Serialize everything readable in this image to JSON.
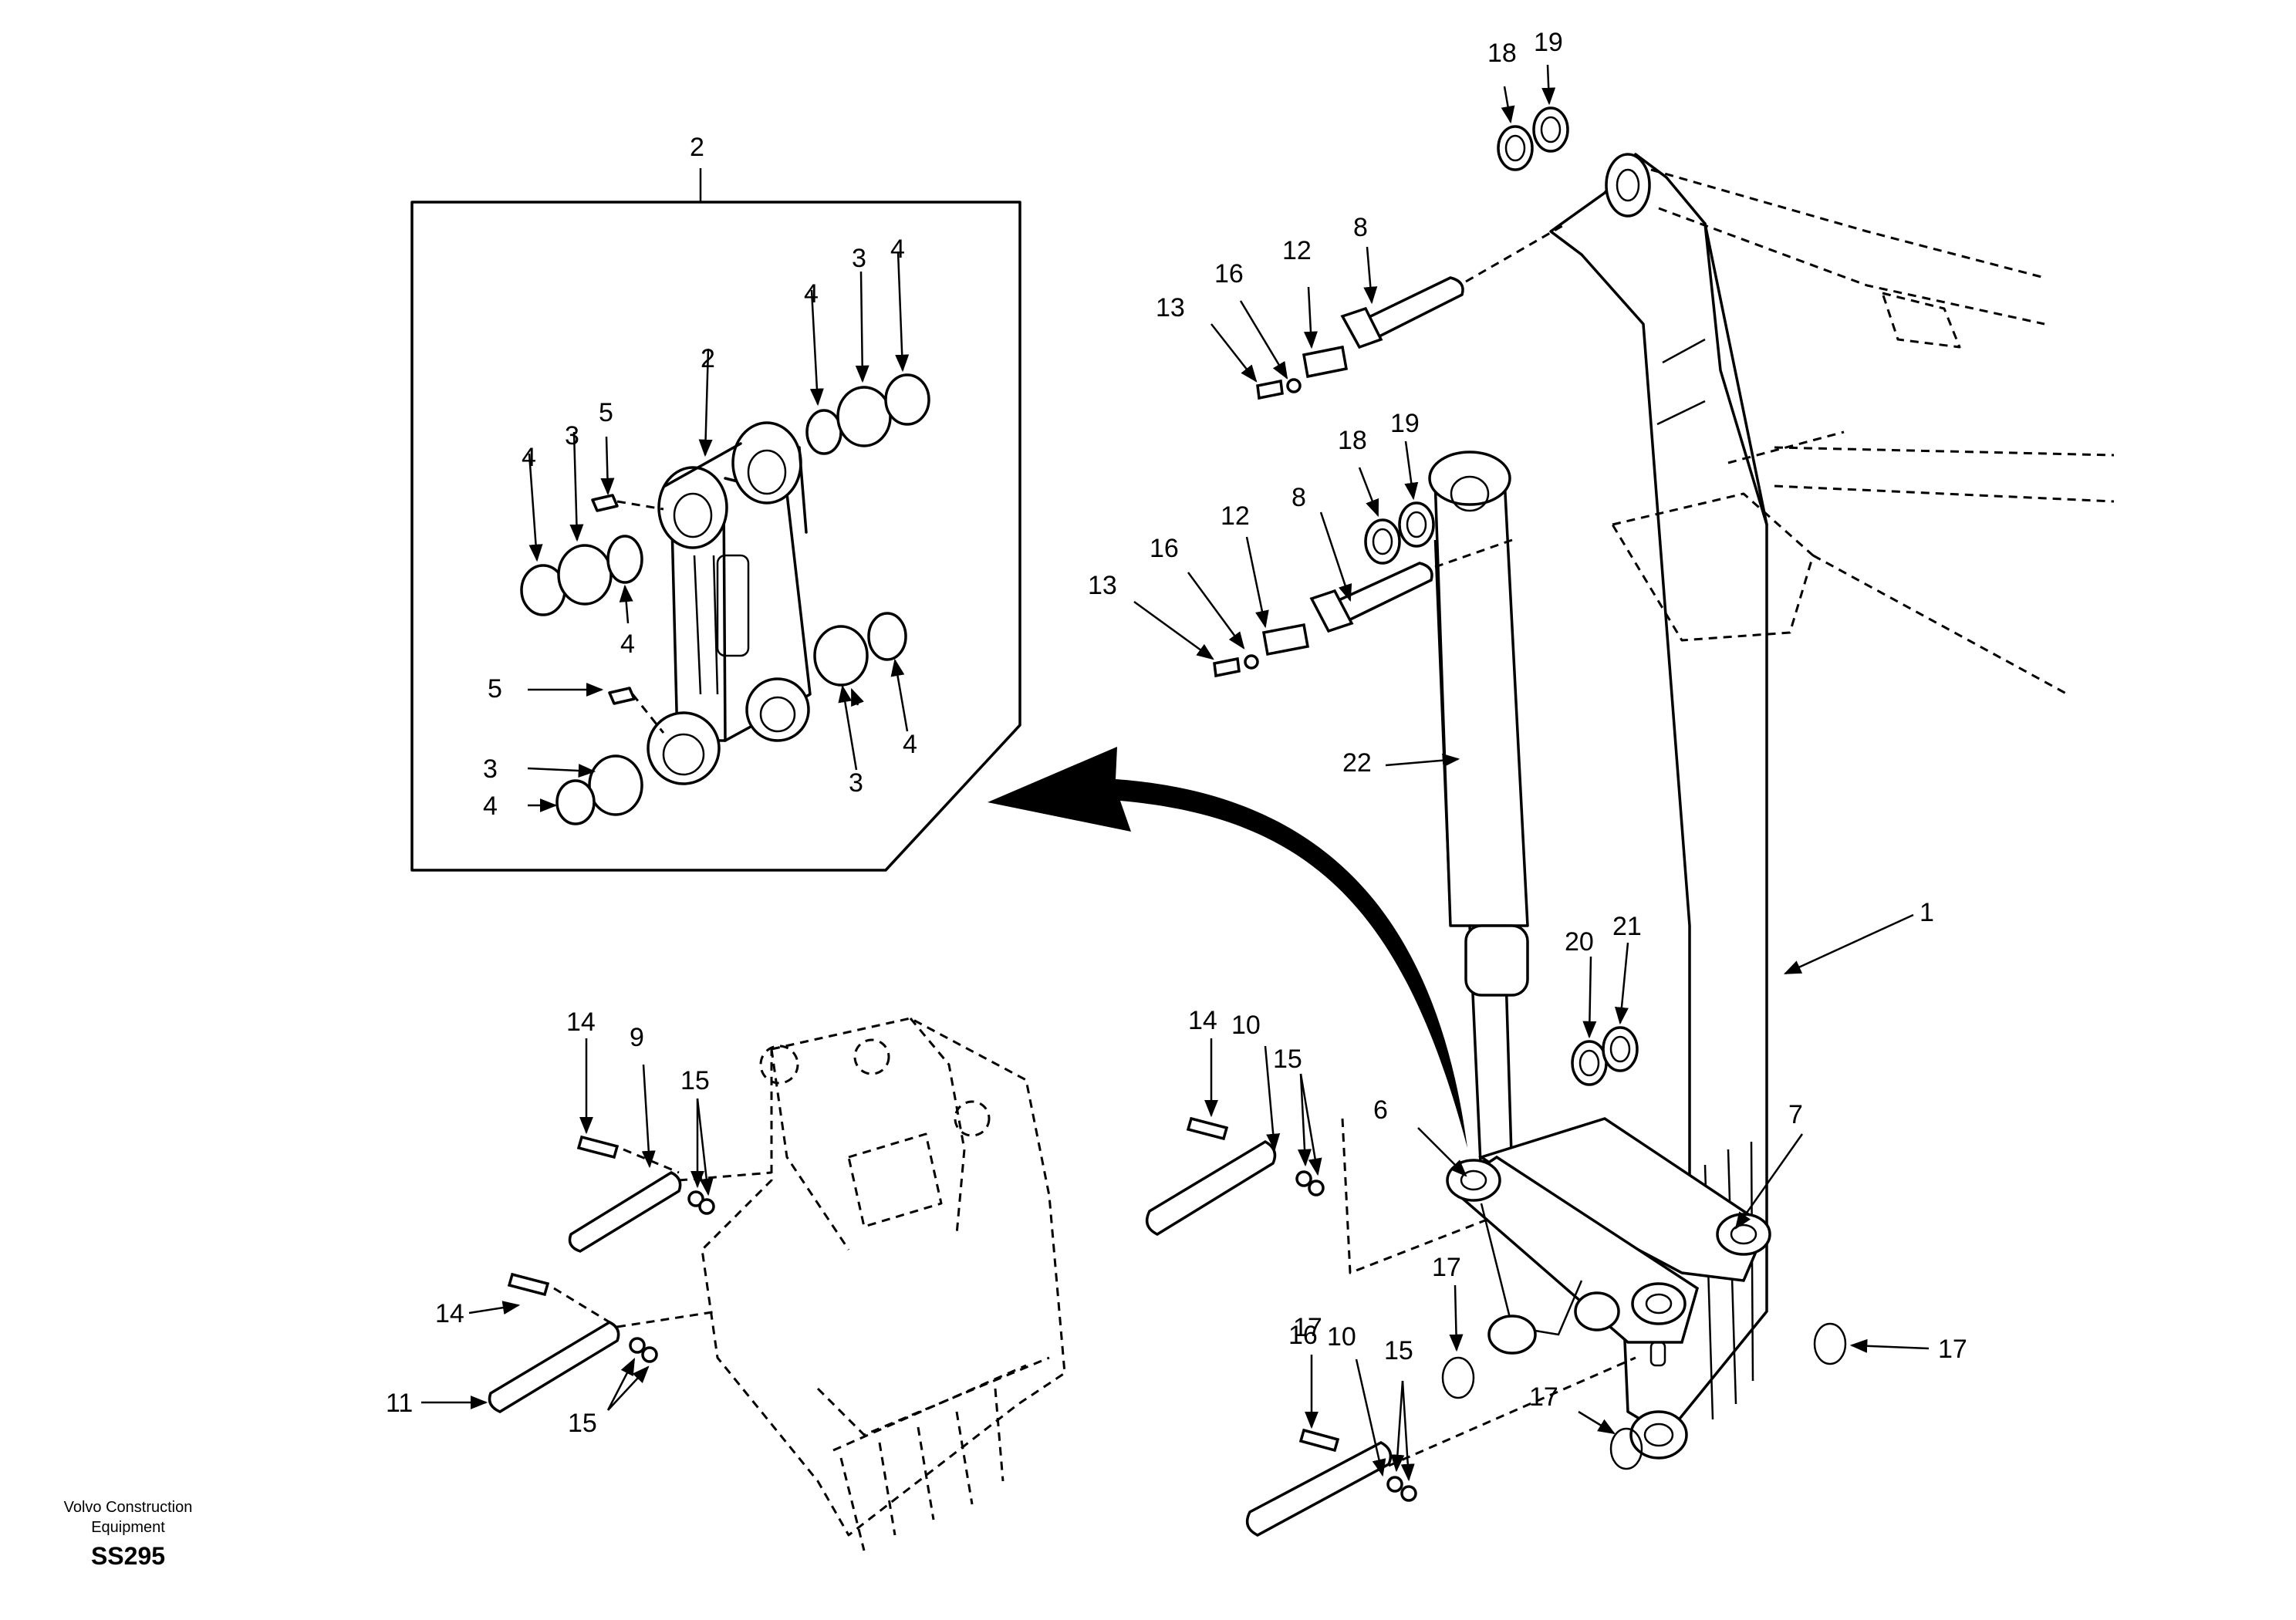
{
  "callouts": [
    "1",
    "2",
    "2",
    "3",
    "3",
    "3",
    "3",
    "4",
    "4",
    "4",
    "4",
    "4",
    "4",
    "5",
    "5",
    "6",
    "7",
    "8",
    "8",
    "9",
    "10",
    "10",
    "11",
    "12",
    "12",
    "13",
    "13",
    "14",
    "14",
    "14",
    "15",
    "15",
    "15",
    "15",
    "16",
    "16",
    "16",
    "17",
    "17",
    "17",
    "17",
    "18",
    "18",
    "19",
    "19",
    "20",
    "21",
    "22"
  ],
  "footer": {
    "company_line1": "Volvo Construction",
    "company_line2": "Equipment",
    "code": "SS295"
  },
  "colors": {
    "ink": "#000000",
    "paper": "#ffffff"
  }
}
